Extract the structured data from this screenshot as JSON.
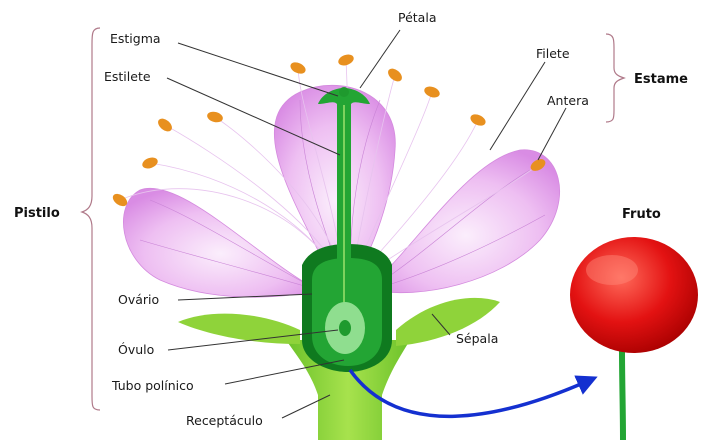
{
  "labels": {
    "estigma": "Estigma",
    "petala": "Pétala",
    "filete": "Filete",
    "estame": "Estame",
    "estilete": "Estilete",
    "antera": "Antera",
    "pistilo": "Pistilo",
    "fruto": "Fruto",
    "ovario": "Ovário",
    "ovulo": "Óvulo",
    "sepala": "Sépala",
    "tubo_polinico": "Tubo polínico",
    "receptaculo": "Receptáculo"
  },
  "colors": {
    "petal": "#e4a6ee",
    "petal_light": "#f4dcf6",
    "anther": "#e8901f",
    "stem": "#8fd33a",
    "pistil_dark": "#0f7a1f",
    "pistil": "#23a534",
    "fruit": "#e01010",
    "arrow": "#1430d0",
    "bracket": "#b07a8a"
  }
}
